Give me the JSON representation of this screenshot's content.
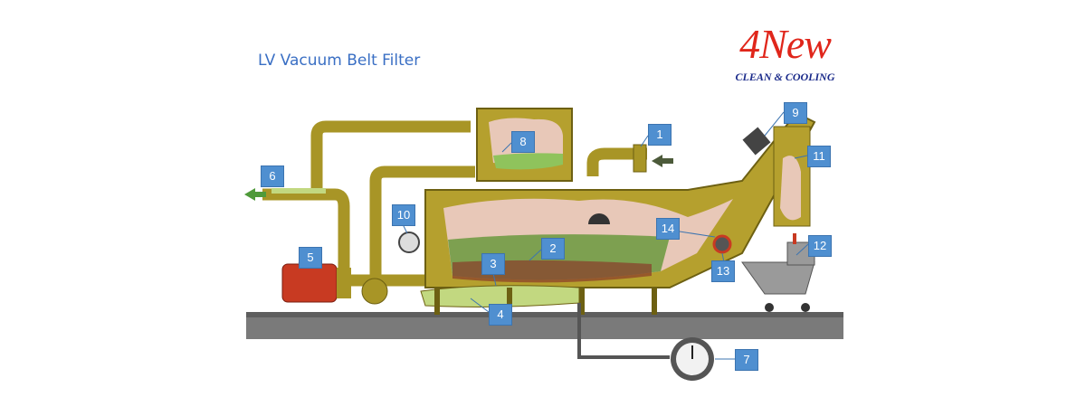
{
  "title": "LV Vacuum Belt Filter",
  "logo": {
    "main": "4New",
    "sub": "CLEAN & COOLING"
  },
  "labels": [
    "1",
    "2",
    "3",
    "4",
    "5",
    "6",
    "7",
    "8",
    "9",
    "10",
    "11",
    "12",
    "13",
    "14"
  ],
  "colors": {
    "label_bg": "#4f8fd0",
    "body": "#b5a02e",
    "pipe": "#a89526",
    "liquid": "#c2e0a0",
    "sludge": "#e8c8b8",
    "pump": "#c83a22",
    "ground": "#6e6e6e"
  }
}
